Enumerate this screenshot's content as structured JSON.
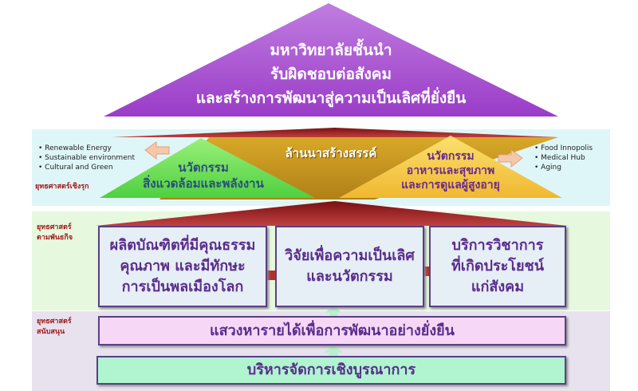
{
  "vision": {
    "lines": [
      "มหาวิทยาลัยชั้นนำ",
      "รับผิดชอบต่อสังคม",
      "และสร้างการพัฒนาสู่ความเป็นเลิศที่ยั่งยืน"
    ]
  },
  "proactive": {
    "label": "ยุทธศาสตร์เชิงรุก",
    "center": "ล้านนาสร้างสรรค์",
    "left": {
      "lines": [
        "นวัตกรรม",
        "สิ่งแวดล้อมและพลังงาน"
      ],
      "bullets": [
        "Renewable Energy",
        "Sustainable environment",
        "Cultural and Green"
      ]
    },
    "right": {
      "lines": [
        "นวัตกรรม",
        "อาหารและสุขภาพ",
        "และการดูแลผู้สูงอายุ"
      ],
      "bullets": [
        "Food Innopolis",
        "Medical Hub",
        "Aging"
      ]
    }
  },
  "mission": {
    "label_lines": [
      "ยุทธศาสตร์",
      "ตามพันธกิจ"
    ],
    "boxes": [
      {
        "lines": [
          "ผลิตบัณฑิตที่มีคุณธรรม",
          "คุณภาพ และมีทักษะ",
          "การเป็นพลเมืองโลก"
        ]
      },
      {
        "lines": [
          "วิจัยเพื่อความเป็นเลิศ",
          "และนวัตกรรม"
        ]
      },
      {
        "lines": [
          "บริการวิชาการ",
          "ที่เกิดประโยชน์",
          "แก่สังคม"
        ]
      }
    ]
  },
  "support": {
    "label_lines": [
      "ยุทธศาสตร์",
      "สนับสนุน"
    ],
    "revenue": "แสวงหารายได้เพื่อการพัฒนาอย่างยั่งยืน",
    "management": "บริหารจัดการเชิงบูรณาการ"
  }
}
